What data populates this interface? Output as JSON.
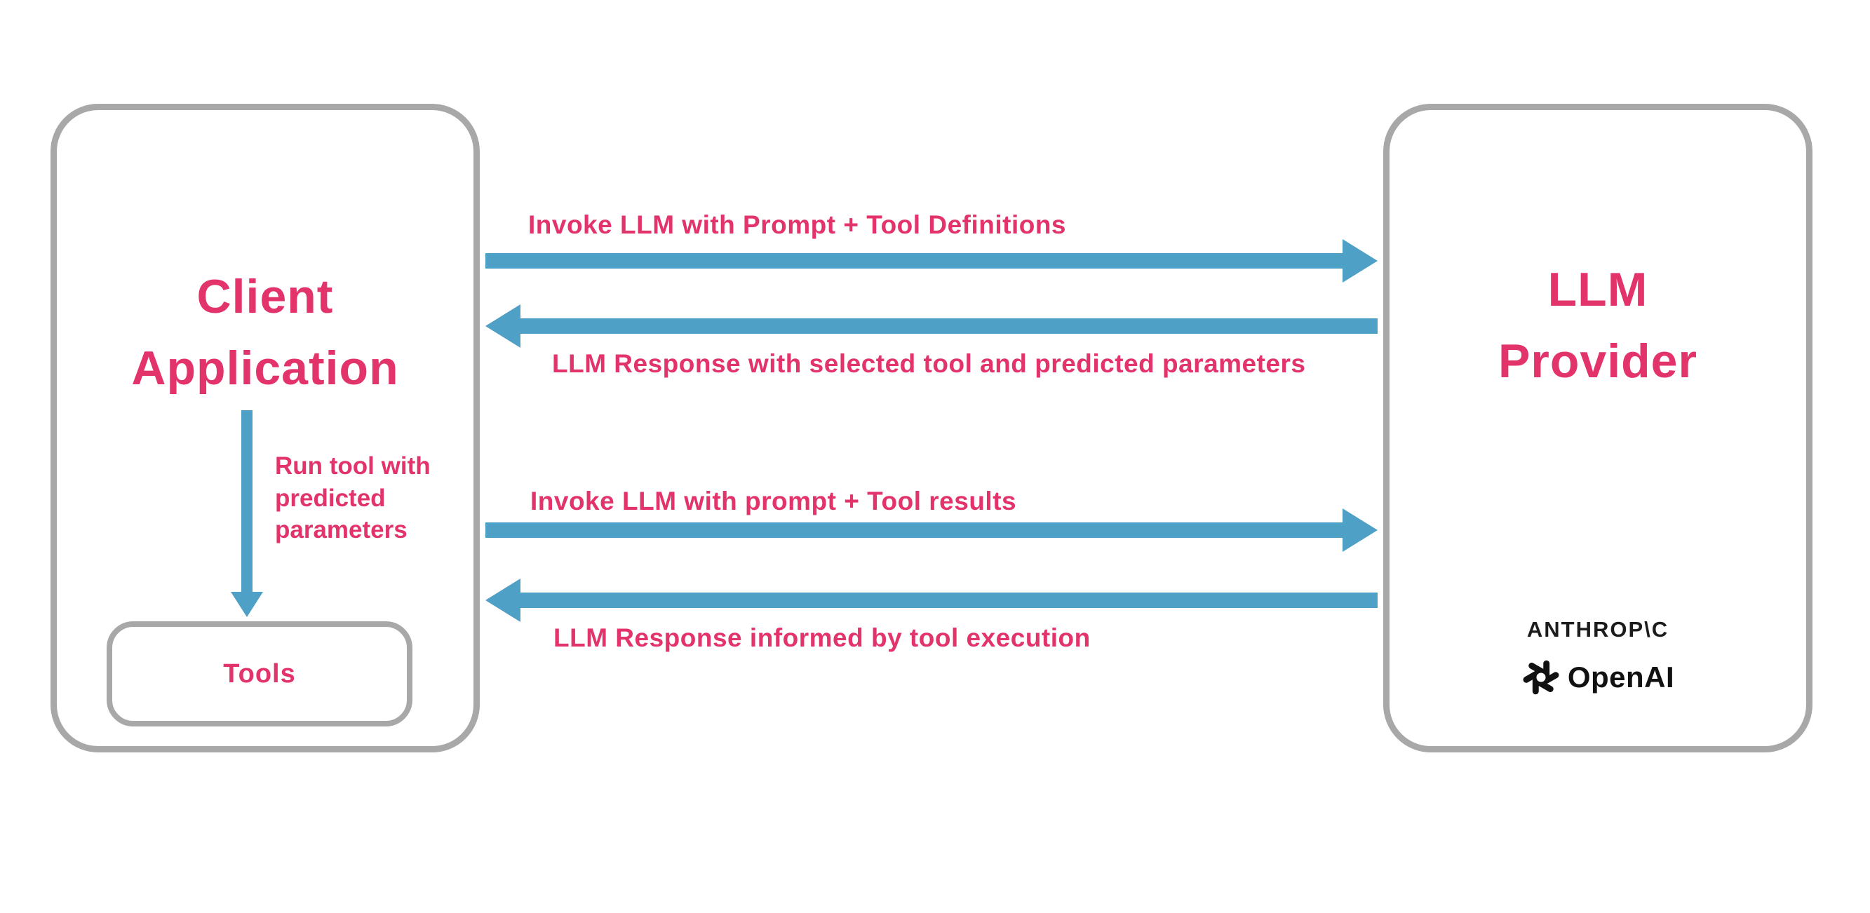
{
  "diagram": {
    "client_box": {
      "title": "Client\nApplication"
    },
    "tools_box": {
      "label": "Tools"
    },
    "provider_box": {
      "title": "LLM\nProvider",
      "logos": {
        "anthropic": "ANTHROP\\C",
        "openai": "OpenAI"
      }
    },
    "arrows": [
      {
        "label": "Invoke LLM with Prompt + Tool Definitions",
        "direction": "right"
      },
      {
        "label": "LLM Response with selected tool and predicted parameters",
        "direction": "left"
      },
      {
        "label": "Invoke LLM with prompt + Tool results",
        "direction": "right"
      },
      {
        "label": "LLM Response informed by tool execution",
        "direction": "left"
      }
    ],
    "tool_arrow": {
      "label": "Run tool with\npredicted\nparameters",
      "direction": "down"
    }
  },
  "colors": {
    "accent_pink": "#e2336b",
    "arrow_blue": "#4fa0c6",
    "border_gray": "#a8a8a8"
  }
}
